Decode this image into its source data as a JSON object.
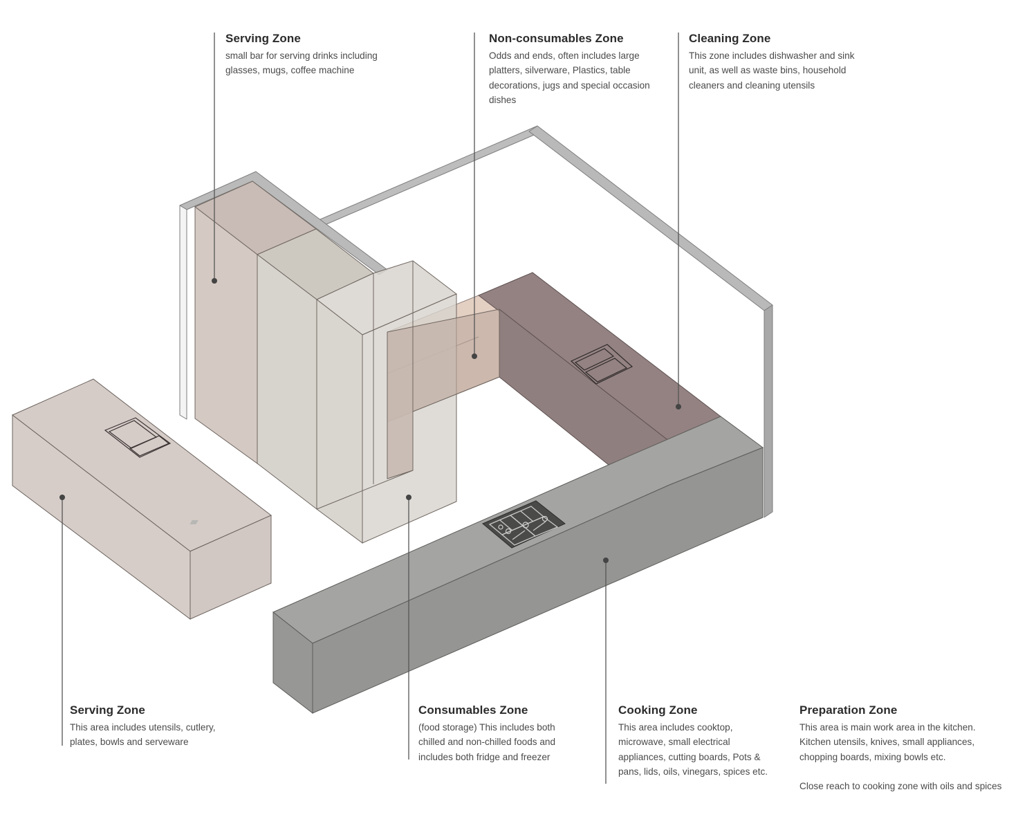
{
  "zones": [
    {
      "id": "serving-top",
      "title": "Serving Zone",
      "text": "small bar for serving drinks including glasses, mugs, coffee machine"
    },
    {
      "id": "non-consumables",
      "title": "Non-consumables Zone",
      "text": "Odds and ends, often includes large platters, silverware, Plastics, table decorations, jugs and special occasion dishes"
    },
    {
      "id": "cleaning",
      "title": "Cleaning Zone",
      "text": "This zone includes dishwasher and sink unit, as well as waste bins, household cleaners and cleaning utensils"
    },
    {
      "id": "serving-bottom",
      "title": "Serving Zone",
      "text": "This area includes utensils, cutlery, plates, bowls and serveware"
    },
    {
      "id": "consumables",
      "title": "Consumables Zone",
      "text": "(food storage) This includes both chilled and non-chilled foods and includes both fridge and freezer"
    },
    {
      "id": "cooking",
      "title": "Cooking Zone",
      "text": "This area includes cooktop, microwave, small electrical appliances, cutting boards, Pots & pans, lids, oils, vinegars, spices etc."
    },
    {
      "id": "preparation",
      "title": "Preparation Zone",
      "text": "This area is main work area in the kitchen. Kitchen utensils, knives, small appliances, chopping boards, mixing bowls etc.",
      "extra": "Close reach to cooking zone with oils and spices"
    }
  ],
  "colors": {
    "island": "#d5ccc7",
    "tall_unit": "#d4cdc7",
    "tall_unit_mid": "#d7d5cf",
    "glass_unit": "#d6d3cd",
    "pantry": "#e5cfc4",
    "sink_counter": "#928181",
    "cooking_counter_top": "#a3a4a1",
    "cooking_counter_front": "#959592",
    "wall_frame": "#b9b9b9",
    "leader_line": "#555555"
  }
}
